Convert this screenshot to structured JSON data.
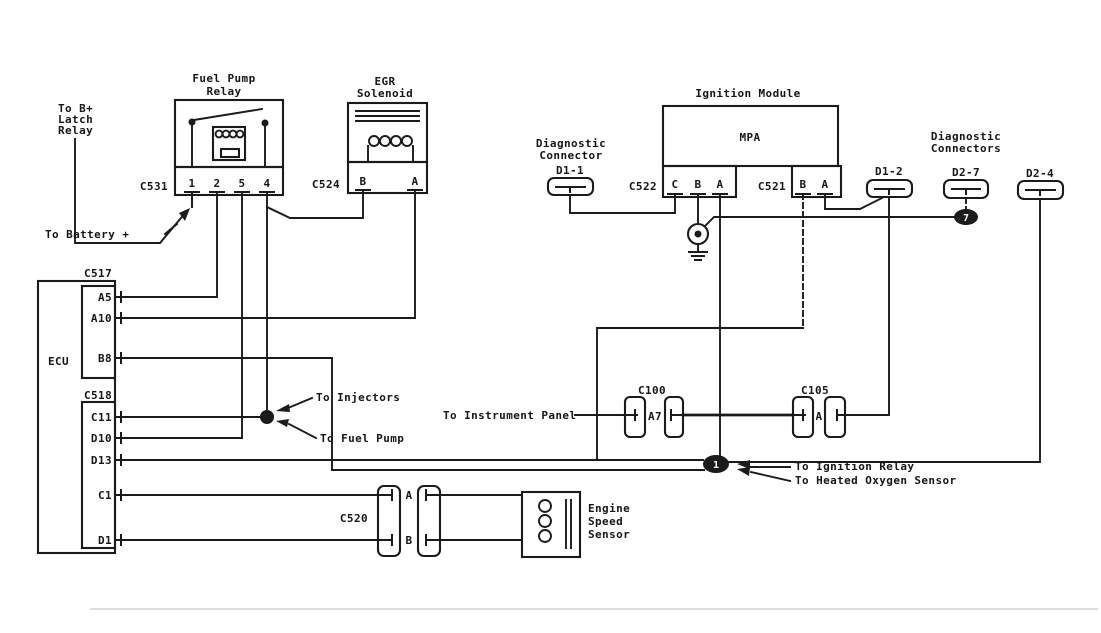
{
  "colors": {
    "ink": "#1b1b1b",
    "paper": "#ffffff"
  },
  "ecu": {
    "label": "ECU",
    "connector_top": "C517",
    "pins_top": [
      "A5",
      "A10",
      "B8"
    ],
    "connector_bottom": "C518",
    "pins_bottom": [
      "C11",
      "D10",
      "D13",
      "C1",
      "D1"
    ]
  },
  "fuel_pump_relay": {
    "title1": "Fuel Pump",
    "title2": "Relay",
    "connector": "C531",
    "pins": [
      "1",
      "2",
      "5",
      "4"
    ]
  },
  "egr_solenoid": {
    "title1": "EGR",
    "title2": "Solenoid",
    "connector": "C524",
    "pins": [
      "B",
      "A"
    ]
  },
  "ignition_module": {
    "title": "Ignition Module",
    "inner": "MPA",
    "left_connector": "C522",
    "left_pins": [
      "C",
      "B",
      "A"
    ],
    "right_connector": "C521",
    "right_pins": [
      "B",
      "A"
    ]
  },
  "diag_left": {
    "title1": "Diagnostic",
    "title2": "Connector",
    "name": "D1-1"
  },
  "diag_right": {
    "title1": "Diagnostic",
    "title2": "Connectors",
    "c1": "D1-2",
    "c2": "D2-7",
    "c3": "D2-4"
  },
  "inline": {
    "c100": "C100",
    "c100_pin": "A7",
    "c105": "C105",
    "c105_pin": "A",
    "c520": "C520",
    "c520_pin_a": "A",
    "c520_pin_b": "B"
  },
  "sensor": {
    "title1": "Engine",
    "title2": "Speed",
    "title3": "Sensor"
  },
  "splices": {
    "s7": "7",
    "s1": "1"
  },
  "wire_labels": {
    "b_latch1": "To B+",
    "b_latch2": "Latch",
    "b_latch3": "Relay",
    "battery": "To Battery +",
    "injectors": "To Injectors",
    "fuel_pump": "To Fuel Pump",
    "instrument": "To Instrument Panel",
    "ignition_relay": "To Ignition Relay",
    "heated_o2": "To Heated Oxygen Sensor"
  }
}
